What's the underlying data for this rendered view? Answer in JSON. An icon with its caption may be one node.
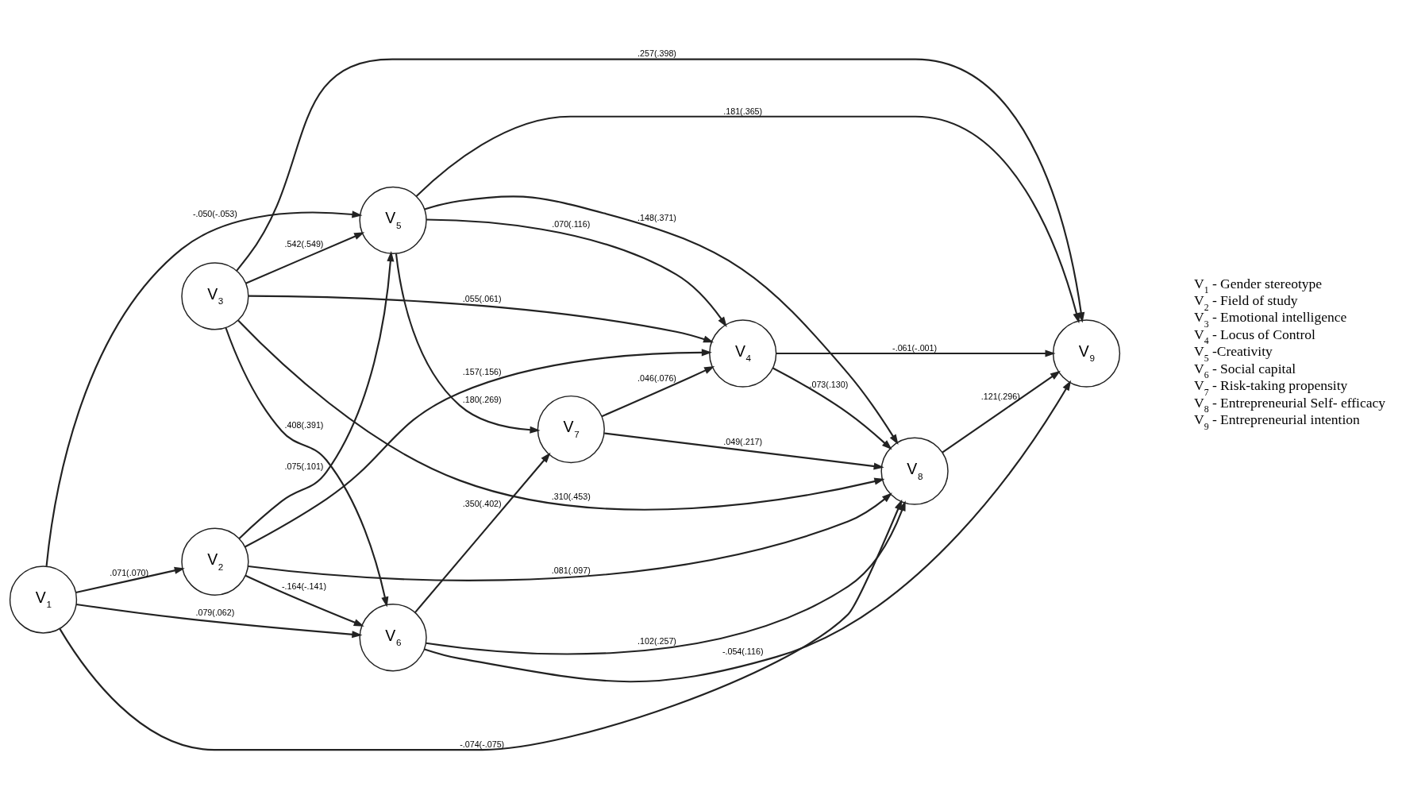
{
  "diagram": {
    "nodes": [
      {
        "text": [
          "V$_{1}$"
        ]
      },
      {
        "text": [
          "V$_{2}$"
        ]
      },
      {
        "text": [
          "V$_{3}$"
        ]
      },
      {
        "text": [
          "V$_{4}$"
        ]
      },
      {
        "text": [
          "V$_{5}$"
        ]
      },
      {
        "text": [
          "V$_{6}$"
        ]
      },
      {
        "text": [
          "V$_{7}$"
        ]
      },
      {
        "text": [
          "V$_{8}$"
        ]
      },
      {
        "text": [
          "V$_{9}$"
        ]
      }
    ],
    "edges": [
      {
        "from": 0,
        "to": 1,
        "arrow": "to",
        "label": ".071(.070)"
      },
      {
        "from": 0,
        "to": 7,
        "arrow": "to",
        "label": "-.074(-.075)"
      },
      {
        "from": 0,
        "to": 5,
        "arrow": "to",
        "label": ".079(.062)"
      },
      {
        "from": 0,
        "to": 4,
        "arrow": "to",
        "label": "-.050(-.053)"
      },
      {
        "from": 1,
        "to": 3,
        "arrow": "to",
        "label": ".157(.156)"
      },
      {
        "from": 1,
        "to": 7,
        "arrow": "to",
        "label": ".081(.097)"
      },
      {
        "from": 1,
        "to": 5,
        "arrow": "to",
        "label": "-.164(-.141)"
      },
      {
        "from": 1,
        "to": 4,
        "arrow": "to",
        "label": ".075(.101)"
      },
      {
        "from": 2,
        "to": 3,
        "arrow": "to",
        "label": ".055(.061)"
      },
      {
        "from": 2,
        "to": 7,
        "arrow": "to",
        "label": ".310(.453)"
      },
      {
        "from": 2,
        "to": 4,
        "arrow": "to",
        "label": ".542(.549)"
      },
      {
        "from": 2,
        "to": 5,
        "arrow": "to",
        "label": ".408(.391)"
      },
      {
        "from": 2,
        "to": 8,
        "arrow": "to",
        "label": ".257(.398)"
      },
      {
        "from": 4,
        "to": 3,
        "arrow": "to",
        "label": ".070(.116)"
      },
      {
        "from": 4,
        "to": 7,
        "arrow": "to",
        "label": ".148(.371)"
      },
      {
        "from": 4,
        "to": 6,
        "arrow": "to",
        "label": ".180(.269)"
      },
      {
        "from": 4,
        "to": 8,
        "arrow": "to",
        "label": ".181(.365)"
      },
      {
        "from": 6,
        "to": 3,
        "arrow": "to",
        "label": ".046(.076)"
      },
      {
        "from": 6,
        "to": 7,
        "arrow": "to",
        "label": ".049(.217)"
      },
      {
        "from": 5,
        "to": 6,
        "arrow": "to",
        "label": ".350(.402)"
      },
      {
        "from": 5,
        "to": 7,
        "arrow": "to",
        "label": ".102(.257)"
      },
      {
        "from": 5,
        "to": 8,
        "arrow": "to",
        "label": "-.054(.116)"
      },
      {
        "from": 3,
        "to": 7,
        "arrow": "to",
        "label": ".073(.130)"
      },
      {
        "from": 3,
        "to": 8,
        "arrow": "to",
        "label": "-.061(-.001)"
      },
      {
        "from": 7,
        "to": 8,
        "arrow": "to",
        "label": ".121(.296)"
      }
    ],
    "labels": [
      "V$_{1}$ - Gender stereotype",
      "V$_{2}$ - Field of study",
      "V$_{3}$ - Emotional intelligence",
      "V$_{4}$ - Locus of Control",
      "V$_{5}$ -Creativity",
      "V$_{6}$ - Social capital",
      "V$_{7}$ - Risk-taking propensity",
      "V$_{8}$ - Entrepreneurial Self- efficacy",
      "V$_{9}$ - Entrepreneurial intention"
    ]
  }
}
